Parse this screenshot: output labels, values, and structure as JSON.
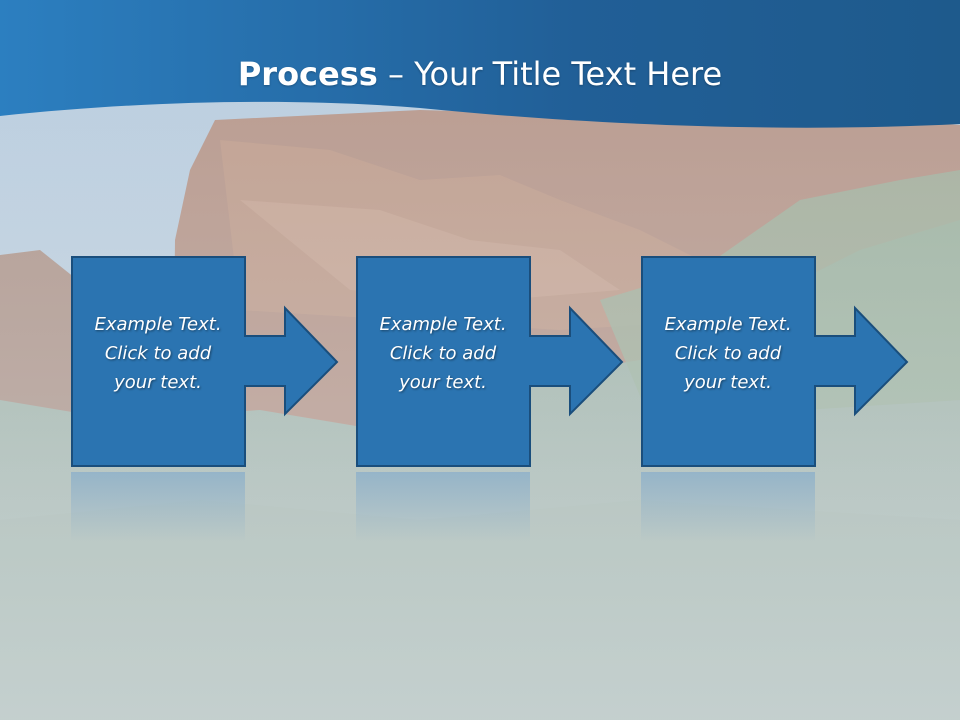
{
  "slide": {
    "title_bold": "Process",
    "title_rest": " – Your Title Text Here"
  },
  "colors": {
    "band_dark": "#1e5a8c",
    "band_light": "#2c7fc0",
    "box_fill": "#2b74b1",
    "box_border": "#1a4e7c"
  },
  "steps": [
    {
      "label": "Example Text.\nClick  to add\nyour text."
    },
    {
      "label": "Example Text.\nClick  to add\nyour text."
    },
    {
      "label": "Example Text.\nClick  to add\nyour text."
    }
  ]
}
